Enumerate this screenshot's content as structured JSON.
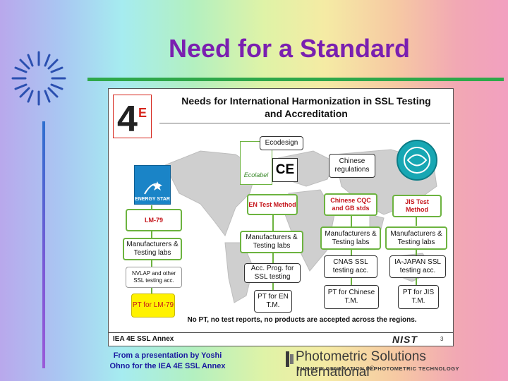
{
  "slide": {
    "title": "Need for a Standard",
    "credit_line1": "From a presentation by Yoshi",
    "credit_line2": "Ohno for the IEA 4E SSL Annex",
    "company_name": "Photometric Solutions International",
    "company_mark": "®",
    "company_tagline": "THE NEW GENERATION IN PHOTOMETRIC TECHNOLOGY"
  },
  "panel": {
    "heading_line1": "Needs for International Harmonization in SSL Testing",
    "heading_line2": "and Accreditation",
    "logo_text": "4E",
    "energy_star": "ENERGY STAR",
    "ecolabel": "Ecolabel",
    "ce_mark": "CE",
    "ecodesign": "Ecodesign",
    "chinese_regulations": "Chinese regulations",
    "boxes": {
      "lm79": "LM-79",
      "usa_manufacturers": "Manufacturers & Testing labs",
      "nvlap": "NVLAP and other SSL testing acc.",
      "pt_lm79": "PT for LM-79",
      "en_test": "EN Test Method",
      "eu_manufacturers": "Manufacturers & Testing labs",
      "acc_prog": "Acc. Prog. for SSL testing",
      "pt_en": "PT for EN T.M.",
      "cqc": "Chinese CQC and GB stds",
      "cn_manufacturers": "Manufacturers & Testing labs",
      "cnas": "CNAS SSL testing acc.",
      "pt_cn": "PT for Chinese T.M.",
      "jis_test": "JIS Test Method",
      "jp_manufacturers": "Manufacturers & Testing labs",
      "ia_japan": "IA-JAPAN SSL testing acc.",
      "pt_jis": "PT for JIS T.M."
    },
    "bottom_statement": "No PT, no test reports, no products are accepted across the regions.",
    "footer_left": "IEA 4E SSL Annex",
    "footer_nist": "NIST",
    "page_number": "3"
  },
  "colors": {
    "title": "#7a1fb0",
    "rule": "#2fa84a",
    "box_border_green": "#6cb33f",
    "red_text": "#c5161c",
    "yellow_box": "#fff200",
    "credit_text": "#1a1aa0"
  }
}
